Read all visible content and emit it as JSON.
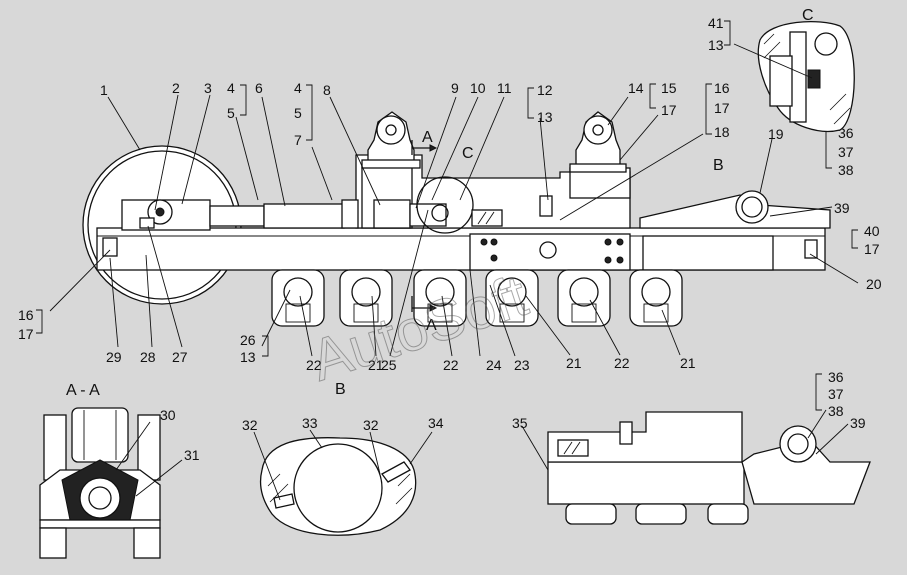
{
  "callouts": {
    "c1": "1",
    "c2": "2",
    "c3": "3",
    "c4a": "4",
    "c5a": "5",
    "c6": "6",
    "c4b": "4",
    "c5b": "5",
    "c7": "7",
    "c8": "8",
    "c9": "9",
    "c10": "10",
    "c11": "11",
    "c12": "12",
    "c13a": "13",
    "c14": "14",
    "c15": "15",
    "c17a": "17",
    "c16a": "16",
    "c17b": "17",
    "c18": "18",
    "c19": "19",
    "c36a": "36",
    "c37a": "37",
    "c38a": "38",
    "c39a": "39",
    "c40": "40",
    "c17c": "17",
    "c20": "20",
    "c41": "41",
    "c13b": "13",
    "c16b": "16",
    "c17d": "17",
    "c29": "29",
    "c28": "28",
    "c27": "27",
    "c26": "26",
    "c13c": "13",
    "c22a": "22",
    "c21a": "21",
    "c25": "25",
    "c22b": "22",
    "c24": "24",
    "c23": "23",
    "c21b": "21",
    "c22c": "22",
    "c21c": "21",
    "c30": "30",
    "c31": "31",
    "c32a": "32",
    "c33": "33",
    "c32b": "32",
    "c34": "34",
    "c35": "35",
    "c36b": "36",
    "c37b": "37",
    "c38b": "38",
    "c39b": "39"
  },
  "section_marks": {
    "a_top": "A",
    "a_bottom": "A",
    "c_main": "C",
    "b_main": "B"
  },
  "views": {
    "c_title": "C",
    "aa_title": "A - A",
    "b_title": "B"
  },
  "watermark": "AutoSoft"
}
